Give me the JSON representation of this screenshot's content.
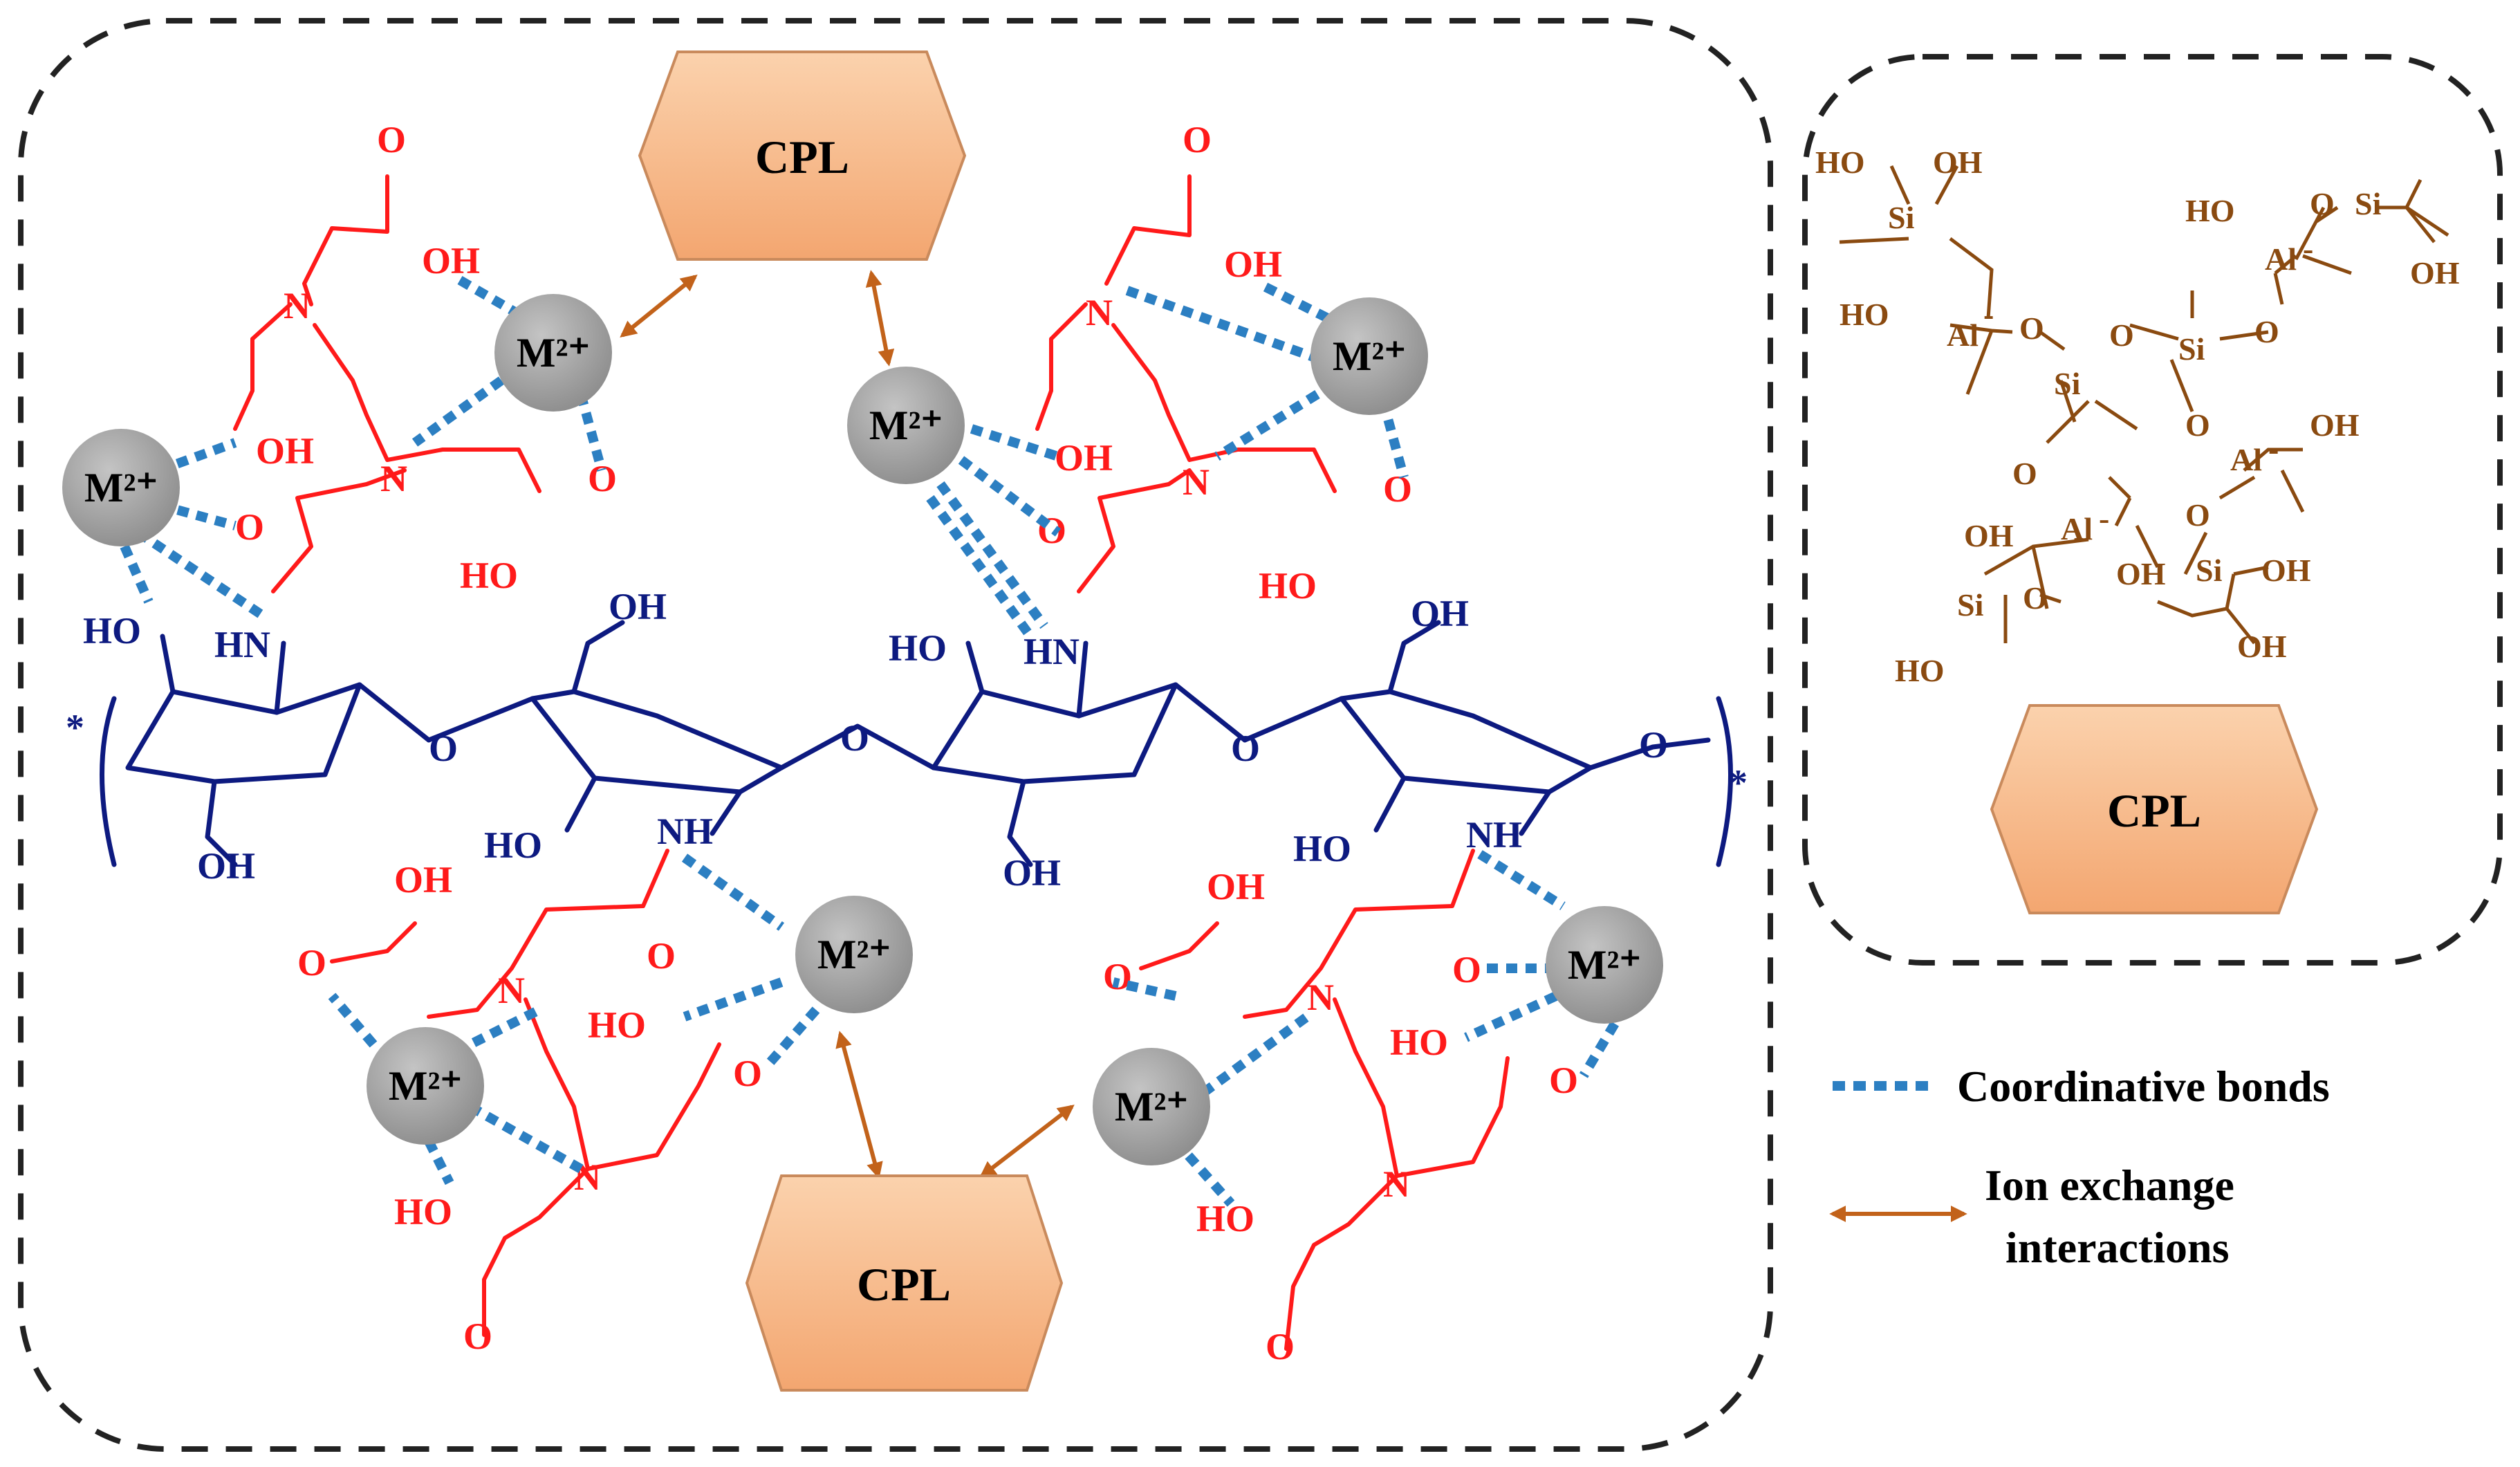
{
  "colors": {
    "ligand": "#ff1a1a",
    "backbone": "#0d1a80",
    "coordinative_bond": "#2c7fc2",
    "ion_exchange_arrow": "#c2621a",
    "metal": "#9e9e9e",
    "cpl_fill": "#f8bb8c",
    "clay": "#8a4a10",
    "frame": "#222222"
  },
  "metal_label": "M²⁺",
  "cpl_label": "CPL",
  "legend": {
    "coordinative_bonds": "Coordinative bonds",
    "ion_exchange_line1": "Ion exchange",
    "ion_exchange_line2": "interactions"
  },
  "chem": {
    "O": "O",
    "OH": "OH",
    "HO": "HO",
    "N": "N",
    "NH": "NH",
    "HN": "HN",
    "star": "*",
    "Si": "Si",
    "Al": "Al",
    "minus": "-"
  }
}
